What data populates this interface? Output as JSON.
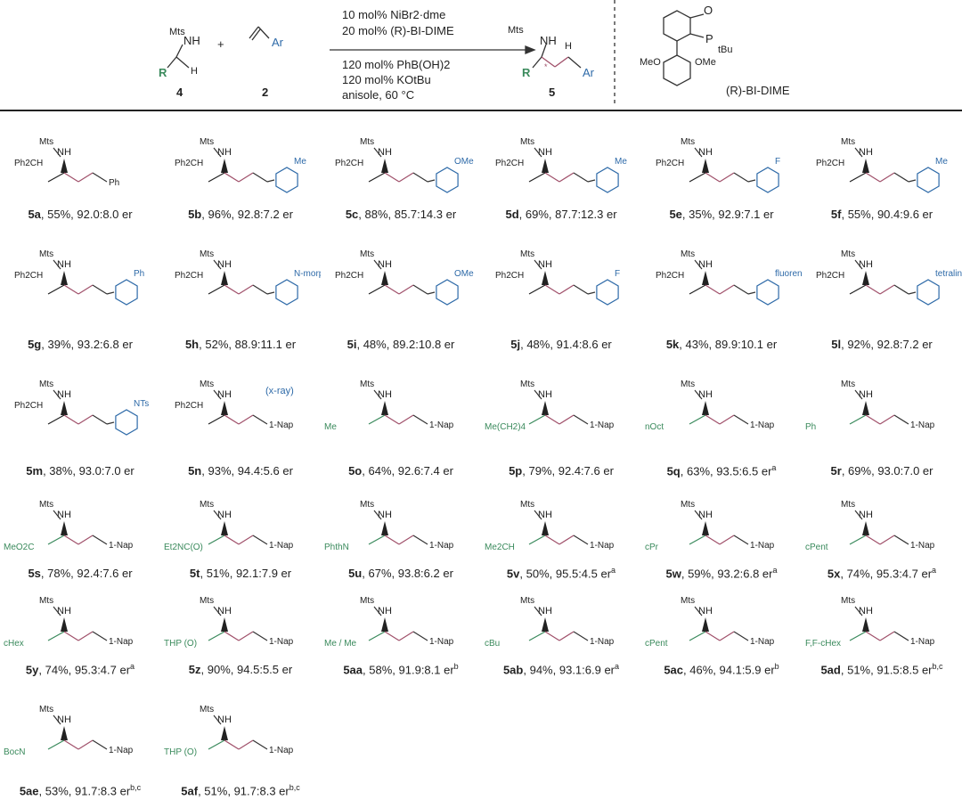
{
  "scheme": {
    "reactant_4": {
      "protecting_group": "Mts",
      "nh": "NH",
      "r": "R",
      "h": "H",
      "label": "4"
    },
    "plus": "+",
    "reactant_2": {
      "ar": "Ar",
      "label": "2"
    },
    "conditions_top": [
      "10 mol% NiBr2·dme",
      "20 mol% (R)-BI-DIME"
    ],
    "conditions_bottom": [
      "120 mol% PhB(OH)2",
      "120 mol% KOtBu",
      "anisole, 60 °C"
    ],
    "product_5": {
      "protecting_group": "Mts",
      "nh": "NH",
      "r": "R",
      "h": "H",
      "ar": "Ar",
      "stereo": "*",
      "label": "5"
    },
    "ligand": {
      "name": "(R)-BI-DIME",
      "o": "O",
      "p": "P",
      "tbu": "tBu",
      "ome_left": "MeO",
      "ome_right": "OMe"
    }
  },
  "colors": {
    "green": "#3a8a5c",
    "blue": "#2e6aa8",
    "bond": "#333333",
    "new_bond": "#a0506a"
  },
  "compounds": [
    {
      "id": "5a",
      "yield": "55%",
      "er": "92.0:8.0 er",
      "sup": "",
      "left": "Ph2CH",
      "right": "Ph",
      "ring": false
    },
    {
      "id": "5b",
      "yield": "96%",
      "er": "92.8:7.2 er",
      "sup": "",
      "left": "Ph2CH",
      "right": "Me",
      "ring": true
    },
    {
      "id": "5c",
      "yield": "88%",
      "er": "85.7:14.3 er",
      "sup": "",
      "left": "Ph2CH",
      "right": "OMe",
      "ring": true
    },
    {
      "id": "5d",
      "yield": "69%",
      "er": "87.7:12.3 er",
      "sup": "",
      "left": "Ph2CH",
      "right": "Me",
      "ring": true
    },
    {
      "id": "5e",
      "yield": "35%",
      "er": "92.9:7.1 er",
      "sup": "",
      "left": "Ph2CH",
      "right": "F",
      "ring": true
    },
    {
      "id": "5f",
      "yield": "55%",
      "er": "90.4:9.6 er",
      "sup": "",
      "left": "Ph2CH",
      "right": "Me",
      "ring": true
    },
    {
      "id": "5g",
      "yield": "39%",
      "er": "93.2:6.8 er",
      "sup": "",
      "left": "Ph2CH",
      "right": "Ph",
      "ring": true
    },
    {
      "id": "5h",
      "yield": "52%",
      "er": "88.9:11.1 er",
      "sup": "",
      "left": "Ph2CH",
      "right": "N-morpholine O",
      "ring": true
    },
    {
      "id": "5i",
      "yield": "48%",
      "er": "89.2:10.8 er",
      "sup": "",
      "left": "Ph2CH",
      "right": "OMe",
      "ring": true
    },
    {
      "id": "5j",
      "yield": "48%",
      "er": "91.4:8.6 er",
      "sup": "",
      "left": "Ph2CH",
      "right": "F",
      "ring": true
    },
    {
      "id": "5k",
      "yield": "43%",
      "er": "89.9:10.1 er",
      "sup": "",
      "left": "Ph2CH",
      "right": "fluorenyl",
      "ring": true
    },
    {
      "id": "5l",
      "yield": "92%",
      "er": "92.8:7.2 er",
      "sup": "",
      "left": "Ph2CH",
      "right": "tetralinyl",
      "ring": true
    },
    {
      "id": "5m",
      "yield": "38%",
      "er": "93.0:7.0 er",
      "sup": "",
      "left": "Ph2CH",
      "right": "NTs",
      "ring": true
    },
    {
      "id": "5n",
      "yield": "93%",
      "er": "94.4:5.6 er",
      "sup": "",
      "left": "Ph2CH",
      "right": "1-Nap",
      "ring": false,
      "note": "(x-ray)"
    },
    {
      "id": "5o",
      "yield": "64%",
      "er": "92.6:7.4 er",
      "sup": "",
      "left": "Me",
      "right": "1-Nap",
      "ring": false
    },
    {
      "id": "5p",
      "yield": "79%",
      "er": "92.4:7.6 er",
      "sup": "",
      "left": "Me(CH2)4",
      "right": "1-Nap",
      "ring": false
    },
    {
      "id": "5q",
      "yield": "63%",
      "er": "93.5:6.5 er",
      "sup": "a",
      "left": "nOct",
      "right": "1-Nap",
      "ring": false
    },
    {
      "id": "5r",
      "yield": "69%",
      "er": "93.0:7.0 er",
      "sup": "",
      "left": "Ph",
      "right": "1-Nap",
      "ring": false
    },
    {
      "id": "5s",
      "yield": "78%",
      "er": "92.4:7.6 er",
      "sup": "",
      "left": "MeO2C",
      "right": "1-Nap",
      "ring": false
    },
    {
      "id": "5t",
      "yield": "51%",
      "er": "92.1:7.9 er",
      "sup": "",
      "left": "Et2NC(O)",
      "right": "1-Nap",
      "ring": false
    },
    {
      "id": "5u",
      "yield": "67%",
      "er": "93.8:6.2 er",
      "sup": "",
      "left": "PhthN",
      "right": "1-Nap",
      "ring": false
    },
    {
      "id": "5v",
      "yield": "50%",
      "er": "95.5:4.5 er",
      "sup": "a",
      "left": "Me2CH",
      "right": "1-Nap",
      "ring": false
    },
    {
      "id": "5w",
      "yield": "59%",
      "er": "93.2:6.8 er",
      "sup": "a",
      "left": "cPr",
      "right": "1-Nap",
      "ring": false
    },
    {
      "id": "5x",
      "yield": "74%",
      "er": "95.3:4.7 er",
      "sup": "a",
      "left": "cPent",
      "right": "1-Nap",
      "ring": false
    },
    {
      "id": "5y",
      "yield": "74%",
      "er": "95.3:4.7 er",
      "sup": "a",
      "left": "cHex",
      "right": "1-Nap",
      "ring": false
    },
    {
      "id": "5z",
      "yield": "90%",
      "er": "94.5:5.5 er",
      "sup": "",
      "left": "THP (O)",
      "right": "1-Nap",
      "ring": false
    },
    {
      "id": "5aa",
      "yield": "58%",
      "er": "91.9:8.1 er",
      "sup": "b",
      "left": "Me / Me",
      "right": "1-Nap",
      "ring": false
    },
    {
      "id": "5ab",
      "yield": "94%",
      "er": "93.1:6.9 er",
      "sup": "a",
      "left": "cBu",
      "right": "1-Nap",
      "ring": false
    },
    {
      "id": "5ac",
      "yield": "46%",
      "er": "94.1:5.9 er",
      "sup": "b",
      "left": "cPent",
      "right": "1-Nap",
      "ring": false
    },
    {
      "id": "5ad",
      "yield": "51%",
      "er": "91.5:8.5 er",
      "sup": "b,c",
      "left": "F,F-cHex",
      "right": "1-Nap",
      "ring": false
    },
    {
      "id": "5ae",
      "yield": "53%",
      "er": "91.7:8.3 er",
      "sup": "b,c",
      "left": "BocN",
      "right": "1-Nap",
      "ring": false
    },
    {
      "id": "5af",
      "yield": "51%",
      "er": "91.7:8.3 er",
      "sup": "b,c",
      "left": "THP (O)",
      "right": "1-Nap",
      "ring": false
    }
  ],
  "labels": {
    "mts": "Mts",
    "nh": "NH"
  }
}
